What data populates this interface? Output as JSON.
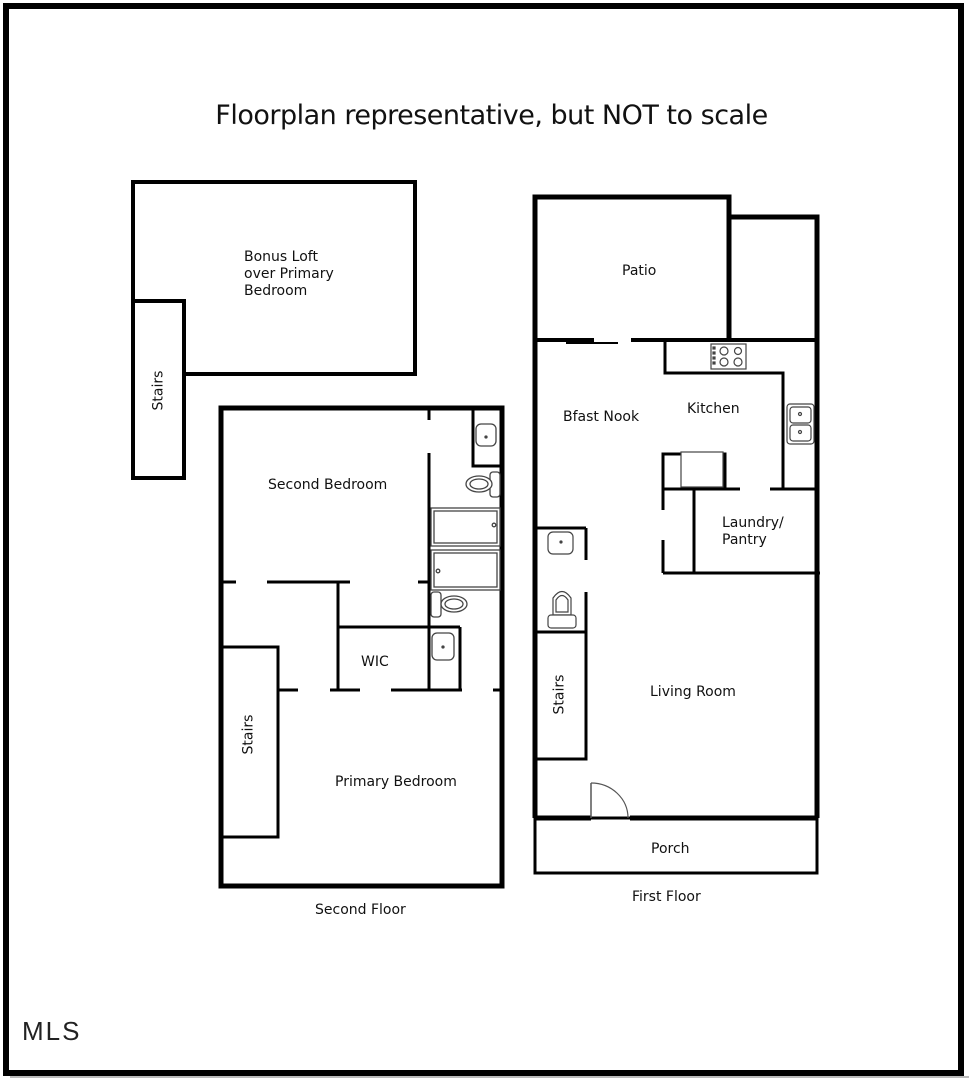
{
  "title": "Floorplan representative, but NOT to scale",
  "watermark": "MLS",
  "colors": {
    "wall": "#000000",
    "fixture": "#555555",
    "background": "#ffffff",
    "text": "#111111"
  },
  "second_floor": {
    "caption": "Second Floor",
    "rooms": {
      "bonus_loft": "Bonus Loft\nover Primary\nBedroom",
      "loft_stairs": "Stairs",
      "second_bedroom": "Second Bedroom",
      "wic": "WIC",
      "stairs": "Stairs",
      "primary_bedroom": "Primary Bedroom"
    },
    "fixtures": [
      "sink-icon",
      "toilet-icon",
      "bathtub-icon",
      "bathtub-icon",
      "toilet-icon",
      "sink-icon"
    ]
  },
  "first_floor": {
    "caption": "First Floor",
    "rooms": {
      "patio": "Patio",
      "bfast_nook": "Bfast Nook",
      "kitchen": "Kitchen",
      "laundry_pantry": "Laundry/\nPantry",
      "stairs": "Stairs",
      "living_room": "Living Room",
      "porch": "Porch"
    },
    "fixtures": [
      "stove-icon",
      "double-sink-icon",
      "refrigerator-icon",
      "sink-icon",
      "toilet-icon",
      "door-swing-icon"
    ]
  }
}
